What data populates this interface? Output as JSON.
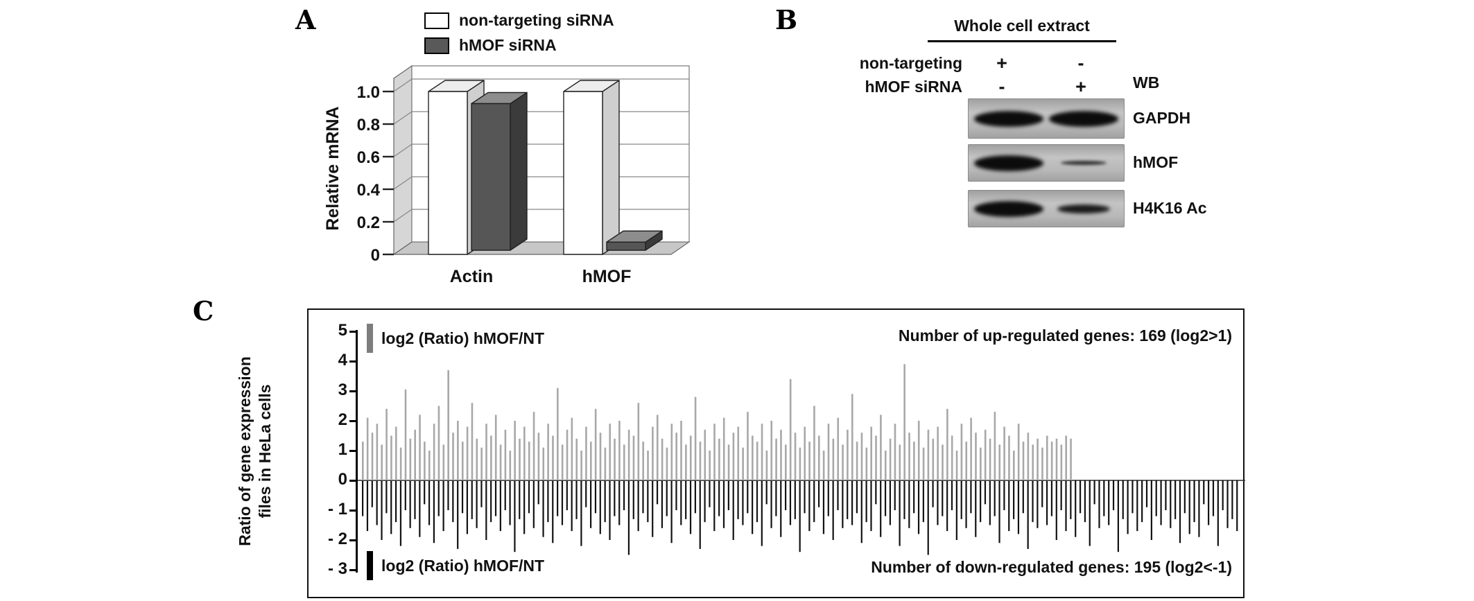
{
  "panel_a": {
    "letter": "A"
  },
  "panel_b": {
    "letter": "B",
    "title": "Whole cell extract",
    "lane_rows": [
      {
        "label": "non-targeting",
        "lanes": [
          "+",
          "-"
        ]
      },
      {
        "label": "hMOF siRNA",
        "lanes": [
          "-",
          "+"
        ]
      }
    ],
    "wb_label": "WB",
    "blots": [
      {
        "name": "GAPDH",
        "bands": {
          "lane1": "strong",
          "lane2": "strong"
        }
      },
      {
        "name": "hMOF",
        "bands": {
          "lane1": "strong",
          "lane2": "weak"
        }
      },
      {
        "name": "H4K16 Ac",
        "bands": {
          "lane1": "strong",
          "lane2": "medium"
        }
      }
    ]
  },
  "panel_c": {
    "letter": "C"
  },
  "chart_data": [
    {
      "type": "bar",
      "style": "3d-grouped",
      "panel": "A",
      "categories": [
        "Actin",
        "hMOF"
      ],
      "series": [
        {
          "name": "non-targeting siRNA",
          "values": [
            1.0,
            1.0
          ],
          "color": "#ffffff"
        },
        {
          "name": "hMOF siRNA",
          "values": [
            0.9,
            0.05
          ],
          "color": "#595959"
        }
      ],
      "ylabel": "Relative mRNA",
      "yticks": [
        "1.0",
        "0.8",
        "0.6",
        "0.4",
        "0.2",
        "0"
      ],
      "ylim": [
        0,
        1.1
      ],
      "grid": true,
      "legend_position": "top"
    },
    {
      "type": "bar",
      "panel": "C",
      "ylabel_lines": [
        "Ratio of gene expression",
        "files in HeLa cells"
      ],
      "yticks": [
        "5",
        "4",
        "3",
        "2",
        "1",
        "0",
        "- 1",
        "- 2",
        "- 3"
      ],
      "ylim": [
        -3,
        5
      ],
      "legend_up": "log2 (Ratio) hMOF/NT",
      "legend_down": "log2 (Ratio) hMOF/NT",
      "annotation_up": "Number of up-regulated genes: 169 (log2>1)",
      "annotation_down": "Number of down-regulated genes: 195 (log2<-1)",
      "up_regulated_count": 169,
      "down_regulated_count": 195,
      "up_color": "#a8a8a8",
      "down_color": "#121212",
      "up_values": [
        1.3,
        2.1,
        1.6,
        1.9,
        1.2,
        2.4,
        1.5,
        1.8,
        1.1,
        3.05,
        1.4,
        1.7,
        2.2,
        1.3,
        1.0,
        1.9,
        2.5,
        1.2,
        3.7,
        1.6,
        2.0,
        1.3,
        1.8,
        2.6,
        1.4,
        1.1,
        1.9,
        1.5,
        2.2,
        1.2,
        1.7,
        1.0,
        2.0,
        1.4,
        1.8,
        1.3,
        2.3,
        1.6,
        1.1,
        1.9,
        1.5,
        3.1,
        1.2,
        1.7,
        2.1,
        1.4,
        1.0,
        1.8,
        1.3,
        2.4,
        1.6,
        1.1,
        1.9,
        1.4,
        2.0,
        1.2,
        1.7,
        1.5,
        2.6,
        1.3,
        1.0,
        1.8,
        2.2,
        1.4,
        1.1,
        1.9,
        1.6,
        2.0,
        1.2,
        1.5,
        2.8,
        1.3,
        1.7,
        1.0,
        1.9,
        1.4,
        2.1,
        1.2,
        1.6,
        1.8,
        1.1,
        2.3,
        1.5,
        1.3,
        1.9,
        1.0,
        2.0,
        1.4,
        1.7,
        1.2,
        3.4,
        1.6,
        1.1,
        1.8,
        1.3,
        2.5,
        1.5,
        1.0,
        1.9,
        1.4,
        2.1,
        1.2,
        1.7,
        2.9,
        1.3,
        1.6,
        1.1,
        1.8,
        1.5,
        2.2,
        1.0,
        1.4,
        1.9,
        1.2,
        3.9,
        1.6,
        1.3,
        2.0,
        1.1,
        1.7,
        1.4,
        1.8,
        1.2,
        2.4,
        1.5,
        1.0,
        1.9,
        1.3,
        2.1,
        1.6,
        1.1,
        1.7,
        1.4,
        2.3,
        1.2,
        1.8,
        1.5,
        1.0,
        1.9,
        1.3,
        1.6,
        1.2,
        1.4,
        1.1,
        1.5,
        1.3,
        1.4,
        1.2,
        1.5,
        1.4
      ],
      "down_values": [
        -1.2,
        -1.7,
        -0.9,
        -1.5,
        -2.0,
        -1.1,
        -1.8,
        -1.4,
        -2.2,
        -1.0,
        -1.6,
        -1.3,
        -1.9,
        -0.8,
        -1.5,
        -2.1,
        -1.2,
        -1.7,
        -1.0,
        -1.4,
        -2.3,
        -1.1,
        -1.8,
        -1.3,
        -1.6,
        -0.9,
        -2.0,
        -1.4,
        -1.2,
        -1.7,
        -1.0,
        -1.5,
        -2.4,
        -1.3,
        -1.8,
        -1.1,
        -1.6,
        -0.8,
        -1.9,
        -1.4,
        -2.1,
        -1.2,
        -1.5,
        -1.0,
        -1.7,
        -1.3,
        -2.2,
        -0.9,
        -1.6,
        -1.1,
        -1.8,
        -1.4,
        -2.0,
        -1.2,
        -1.5,
        -1.0,
        -2.5,
        -1.3,
        -1.7,
        -1.1,
        -1.4,
        -1.9,
        -0.8,
        -1.6,
        -1.2,
        -2.1,
        -1.0,
        -1.5,
        -1.3,
        -1.8,
        -1.1,
        -2.3,
        -1.4,
        -0.9,
        -1.7,
        -1.2,
        -1.6,
        -1.0,
        -2.0,
        -1.3,
        -1.5,
        -1.1,
        -1.8,
        -1.4,
        -2.2,
        -0.8,
        -1.6,
        -1.2,
        -1.9,
        -1.0,
        -1.5,
        -1.3,
        -2.4,
        -1.1,
        -1.7,
        -1.4,
        -0.9,
        -1.8,
        -1.2,
        -2.0,
        -1.0,
        -1.6,
        -1.3,
        -1.5,
        -1.1,
        -2.1,
        -1.4,
        -1.7,
        -0.8,
        -1.9,
        -1.2,
        -1.5,
        -1.0,
        -2.2,
        -1.3,
        -1.6,
        -1.1,
        -1.8,
        -1.4,
        -2.5,
        -0.9,
        -1.5,
        -1.2,
        -1.7,
        -1.0,
        -2.0,
        -1.3,
        -1.6,
        -1.1,
        -1.9,
        -1.4,
        -0.8,
        -1.5,
        -1.2,
        -2.1,
        -1.0,
        -1.7,
        -1.3,
        -1.8,
        -1.1,
        -2.3,
        -1.4,
        -1.6,
        -0.9,
        -1.5,
        -1.2,
        -2.0,
        -1.0,
        -1.7,
        -1.3,
        -1.9,
        -1.1,
        -1.4,
        -2.2,
        -0.8,
        -1.6,
        -1.2,
        -1.5,
        -1.0,
        -2.4,
        -1.3,
        -1.8,
        -1.1,
        -1.7,
        -1.4,
        -0.9,
        -2.0,
        -1.2,
        -1.5,
        -1.0,
        -1.6,
        -1.3,
        -2.1,
        -1.1,
        -1.8,
        -1.4,
        -1.9,
        -0.8,
        -1.5,
        -1.2,
        -2.2,
        -1.0,
        -1.6,
        -1.3,
        -1.7
      ]
    }
  ]
}
